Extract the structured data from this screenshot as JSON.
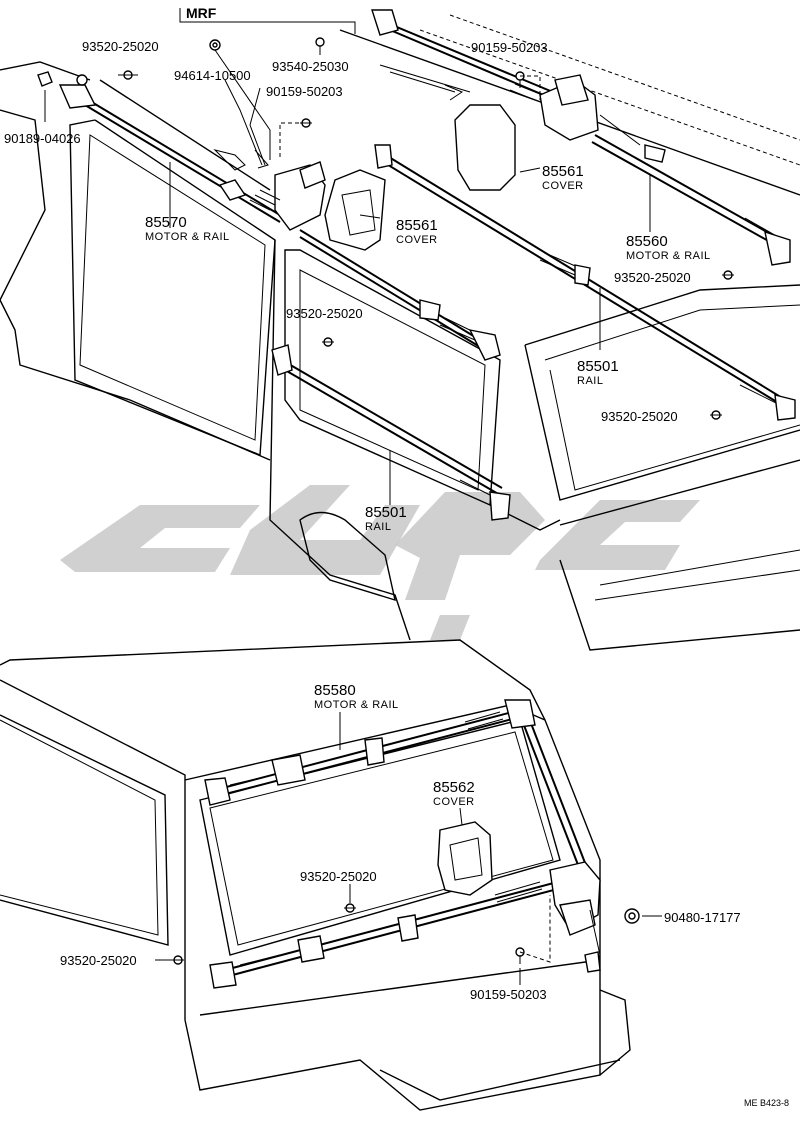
{
  "group_label": "MRF",
  "parts": [
    {
      "id": "p93520a",
      "number": "93520-25020"
    },
    {
      "id": "p94614",
      "number": "94614-10500"
    },
    {
      "id": "p93540",
      "number": "93540-25030"
    },
    {
      "id": "p90159a",
      "number": "90159-50203"
    },
    {
      "id": "p90189",
      "number": "90189-04026"
    },
    {
      "id": "p90159b",
      "number": "90159-50203"
    },
    {
      "id": "p85561a",
      "number": "85561",
      "desc": "COVER"
    },
    {
      "id": "p85570",
      "number": "85570",
      "desc": "MOTOR & RAIL"
    },
    {
      "id": "p85561b",
      "number": "85561",
      "desc": "COVER"
    },
    {
      "id": "p85560",
      "number": "85560",
      "desc": "MOTOR & RAIL"
    },
    {
      "id": "p93520b",
      "number": "93520-25020"
    },
    {
      "id": "p93520c",
      "number": "93520-25020"
    },
    {
      "id": "p85501a",
      "number": "85501",
      "desc": "RAIL"
    },
    {
      "id": "p93520d",
      "number": "93520-25020"
    },
    {
      "id": "p85501b",
      "number": "85501",
      "desc": "RAIL"
    },
    {
      "id": "p85580",
      "number": "85580",
      "desc": "MOTOR & RAIL"
    },
    {
      "id": "p85562",
      "number": "85562",
      "desc": "COVER"
    },
    {
      "id": "p93520e",
      "number": "93520-25020"
    },
    {
      "id": "p90480",
      "number": "90480-17177"
    },
    {
      "id": "p93520f",
      "number": "93520-25020"
    },
    {
      "id": "p90159c",
      "number": "90159-50203"
    }
  ],
  "footer_code": "ME B423-8",
  "colors": {
    "line": "#000000",
    "watermark": "#c8c8c8",
    "background": "#ffffff"
  }
}
